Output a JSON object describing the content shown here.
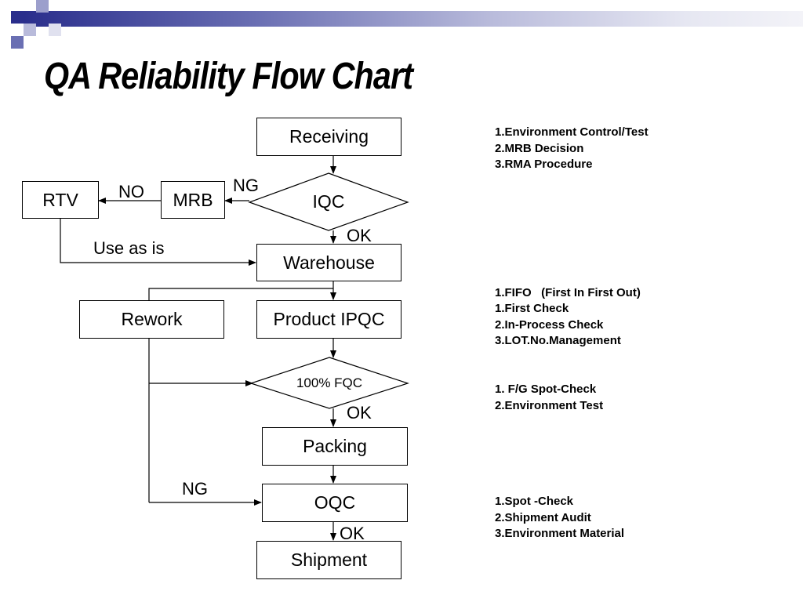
{
  "title": "QA Reliability Flow Chart",
  "nodes": {
    "receiving": "Receiving",
    "iqc": "IQC",
    "mrb": "MRB",
    "rtv": "RTV",
    "warehouse": "Warehouse",
    "rework": "Rework",
    "product_ipqc": "Product IPQC",
    "fqc": "100% FQC",
    "packing": "Packing",
    "oqc": "OQC",
    "shipment": "Shipment"
  },
  "edge_labels": {
    "iqc_ng": "NG",
    "mrb_no": "NO",
    "iqc_ok": "OK",
    "use_as_is": "Use as is",
    "fqc_ok": "OK",
    "oqc_ng": "NG",
    "oqc_ok": "OK"
  },
  "notes": {
    "receiving": [
      "1.Environment Control/Test",
      "2.MRB Decision",
      "3.RMA Procedure"
    ],
    "warehouse": [
      "1.FIFO   (First In First Out)"
    ],
    "ipqc": [
      "1.First Check",
      "2.In-Process Check",
      "3.LOT.No.Management"
    ],
    "fqc": [
      "1. F/G Spot-Check",
      "2.Environment Test"
    ],
    "oqc": [
      "1.Spot -Check",
      "2.Shipment Audit",
      "3.Environment Material"
    ]
  },
  "colors": {
    "deco_dark": "#2a2e8c",
    "deco_mid": "#6a6fb3",
    "deco_light": "#b9bbdb"
  }
}
